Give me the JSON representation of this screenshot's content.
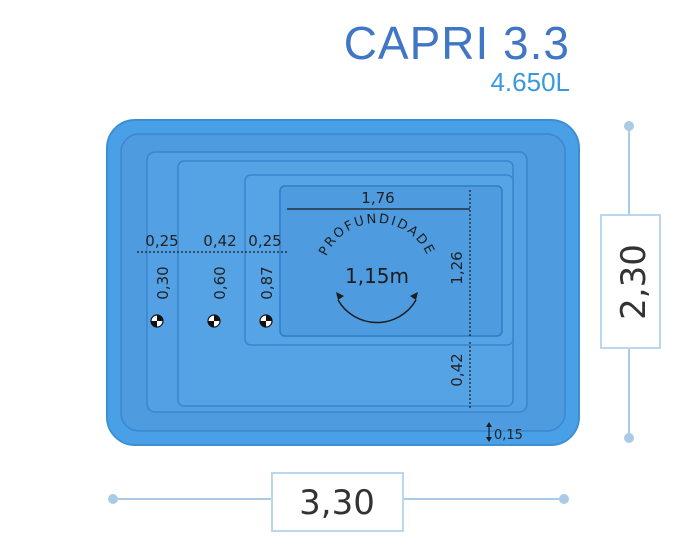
{
  "title": {
    "name": "CAPRI 3.3",
    "volume": "4.650L"
  },
  "overall": {
    "width": "3,30",
    "height": "2,30"
  },
  "steps": {
    "widths": [
      "0,25",
      "0,42",
      "0,25"
    ],
    "depths": [
      "0,30",
      "0,60",
      "0,87"
    ]
  },
  "inner": {
    "length": "1,76",
    "width": "1,26",
    "bottom_step": "0,42",
    "edge": "0,15"
  },
  "depth": {
    "label": "PROFUNDIDADE",
    "value": "1,15m"
  },
  "colors": {
    "rim": "#4aa0e6",
    "water": "#4e9be0",
    "water_dark": "#3d86cf",
    "dim_line": "#a9cbe6",
    "box_border": "#b9d7ef",
    "text_dark": "#222222",
    "title": "#3f77c4"
  }
}
